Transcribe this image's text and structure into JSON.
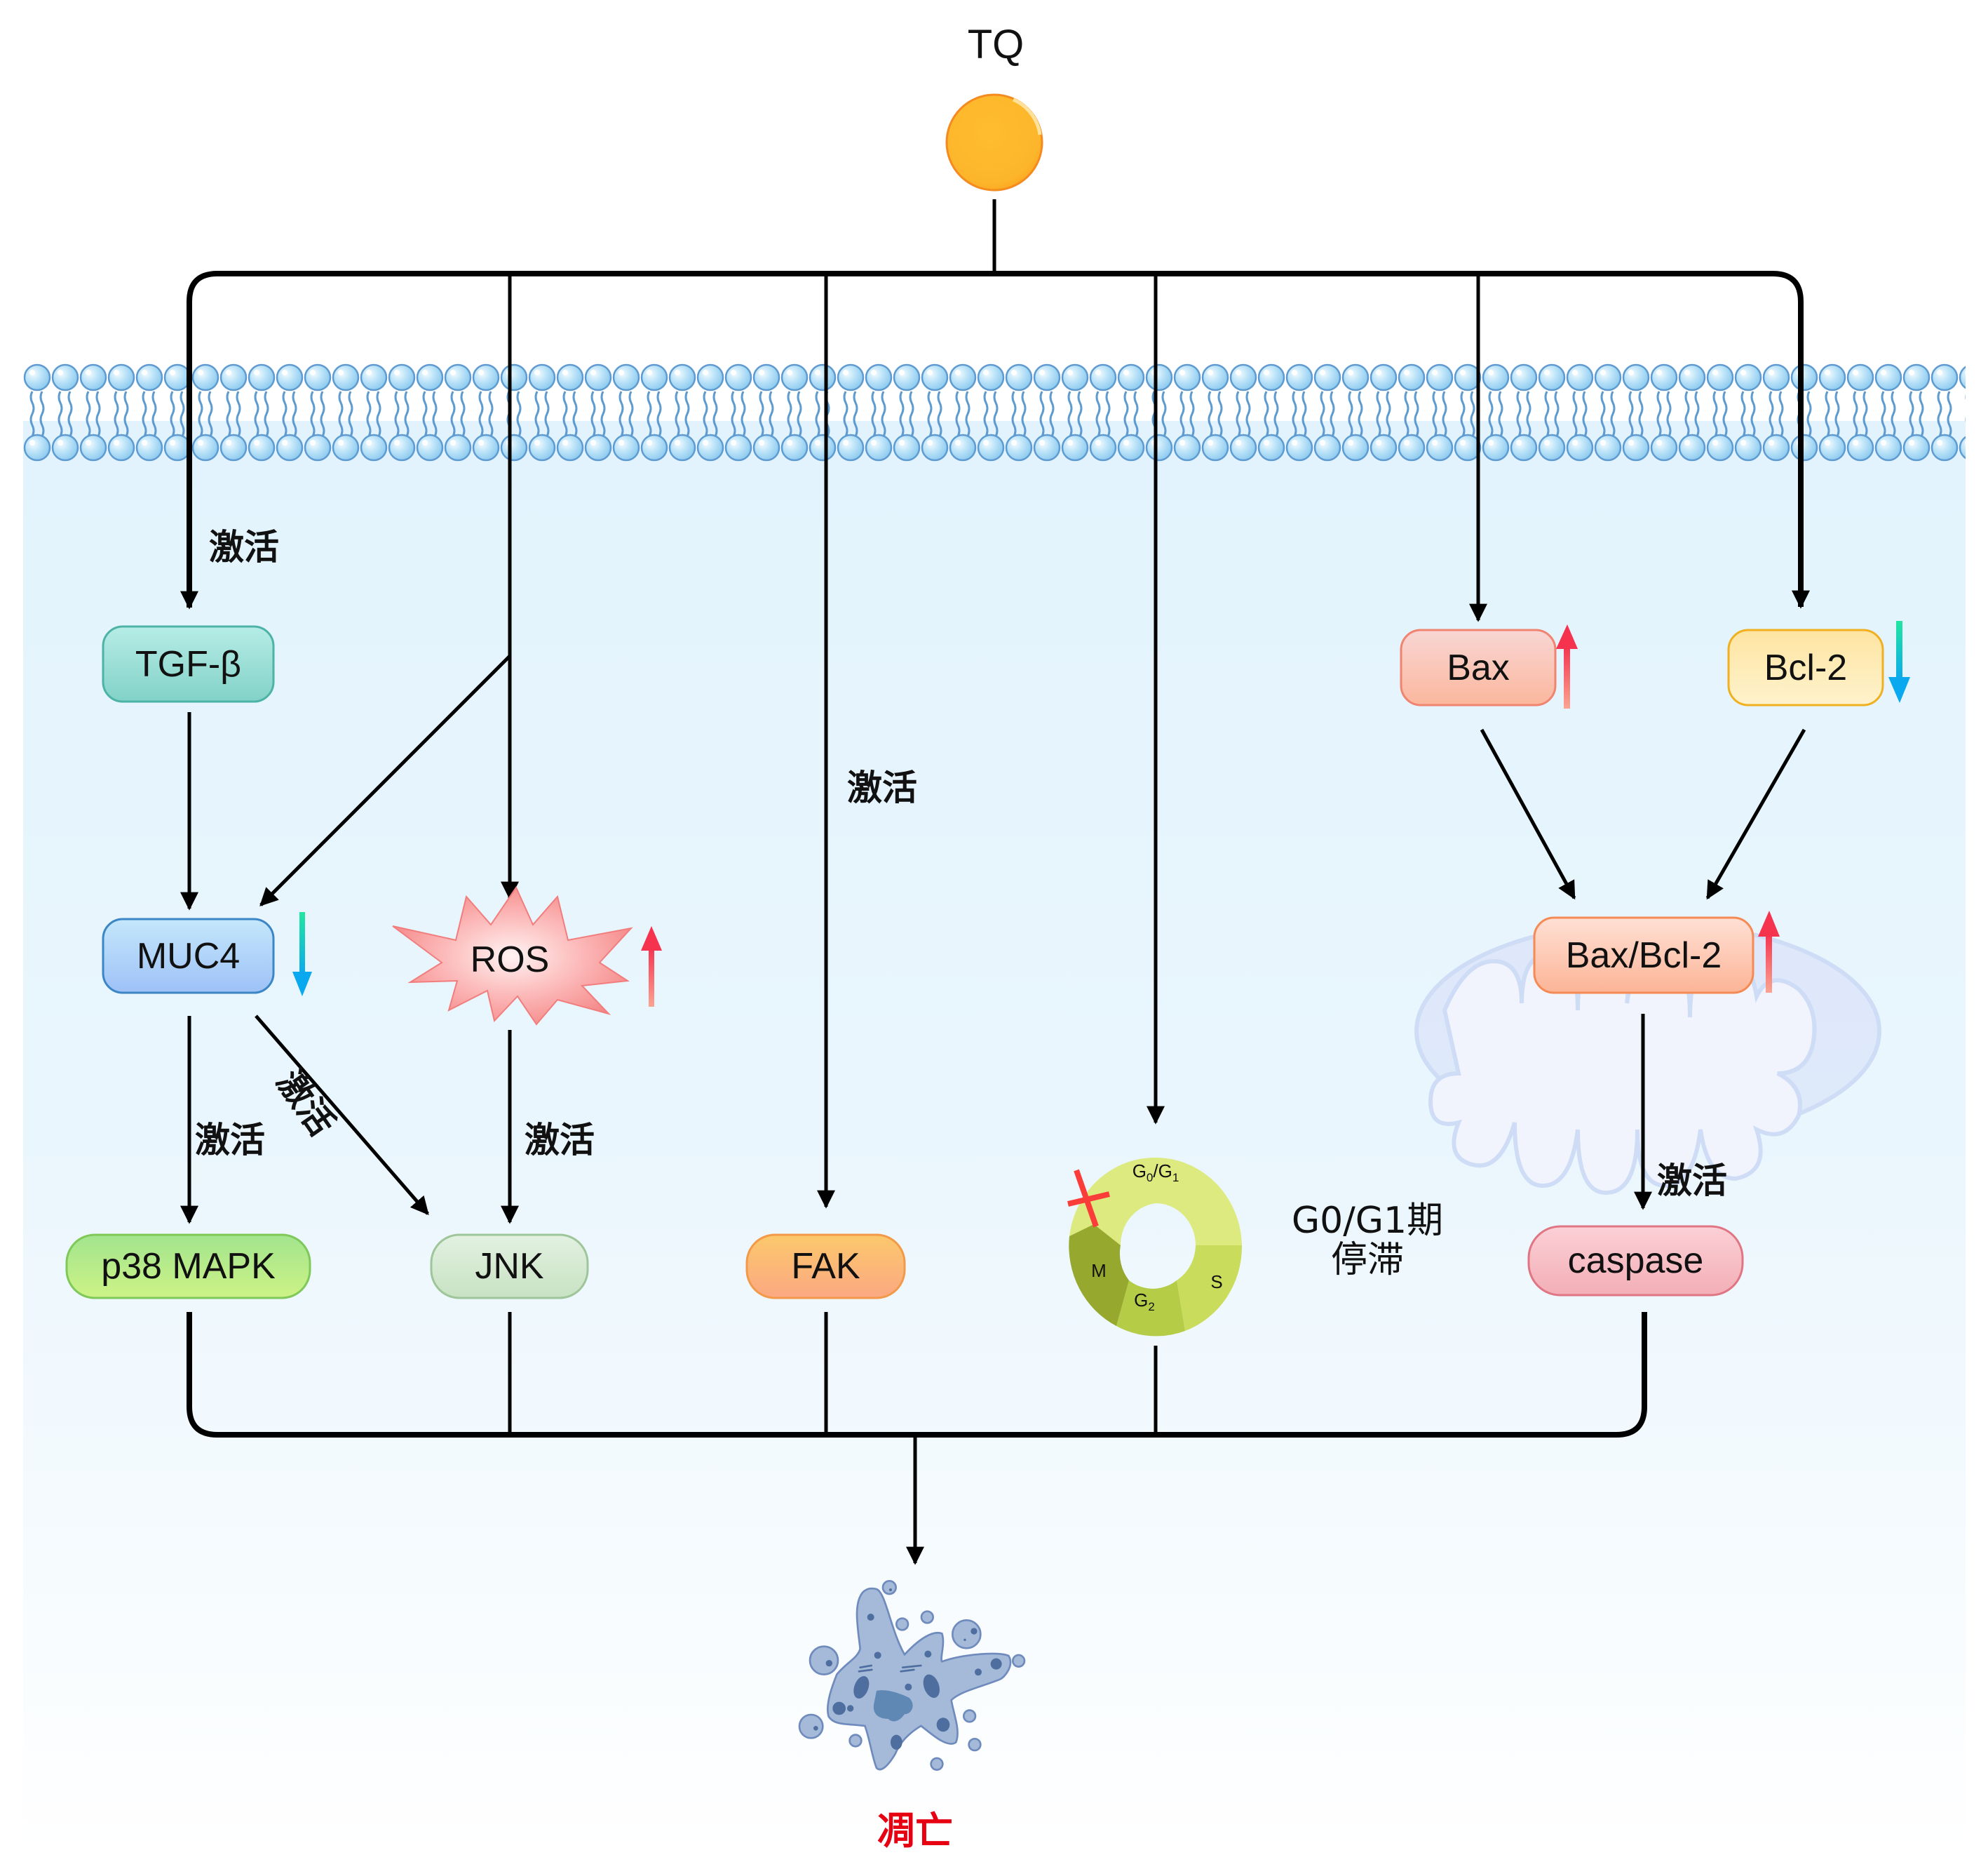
{
  "title": "TQ",
  "colors": {
    "tq_fill": "#fdb62b",
    "tq_stroke": "#f58a1f",
    "up_arrow": "#f5334f",
    "down_arrow": "#0aa8ef",
    "apoptosis_text": "#e60012",
    "line": "#000000"
  },
  "nodes": {
    "tgf_beta": {
      "label": "TGF-β"
    },
    "muc4": {
      "label": "MUC4",
      "trend": "down"
    },
    "ros": {
      "label": "ROS",
      "trend": "up"
    },
    "p38_mapk": {
      "label": "p38 MAPK"
    },
    "jnk": {
      "label": "JNK"
    },
    "fak": {
      "label": "FAK"
    },
    "bax": {
      "label": "Bax",
      "trend": "up"
    },
    "bcl2": {
      "label": "Bcl-2",
      "trend": "down"
    },
    "bax_bcl2": {
      "label": "Bax/Bcl-2",
      "trend": "up"
    },
    "caspase": {
      "label": "caspase"
    }
  },
  "cell_cycle": {
    "phases": [
      {
        "label": "G",
        "sub": "0",
        "sep": "/",
        "label2": "G",
        "sub2": "1"
      },
      {
        "label": "S"
      },
      {
        "label": "G",
        "sub": "2"
      },
      {
        "label": "M"
      }
    ],
    "blocked_phase": "G0/G1",
    "arrest_label_line1": "G0/G1期",
    "arrest_label_line2": "停滞"
  },
  "edge_labels": {
    "tq_to_tgf": "激活",
    "tq_to_fak": "激活",
    "muc4_to_p38": "激活",
    "muc4_to_jnk": "激活",
    "ros_to_jnk": "激活",
    "baxbcl2_to_caspase": "激活"
  },
  "outcome": {
    "label": "凋亡"
  }
}
